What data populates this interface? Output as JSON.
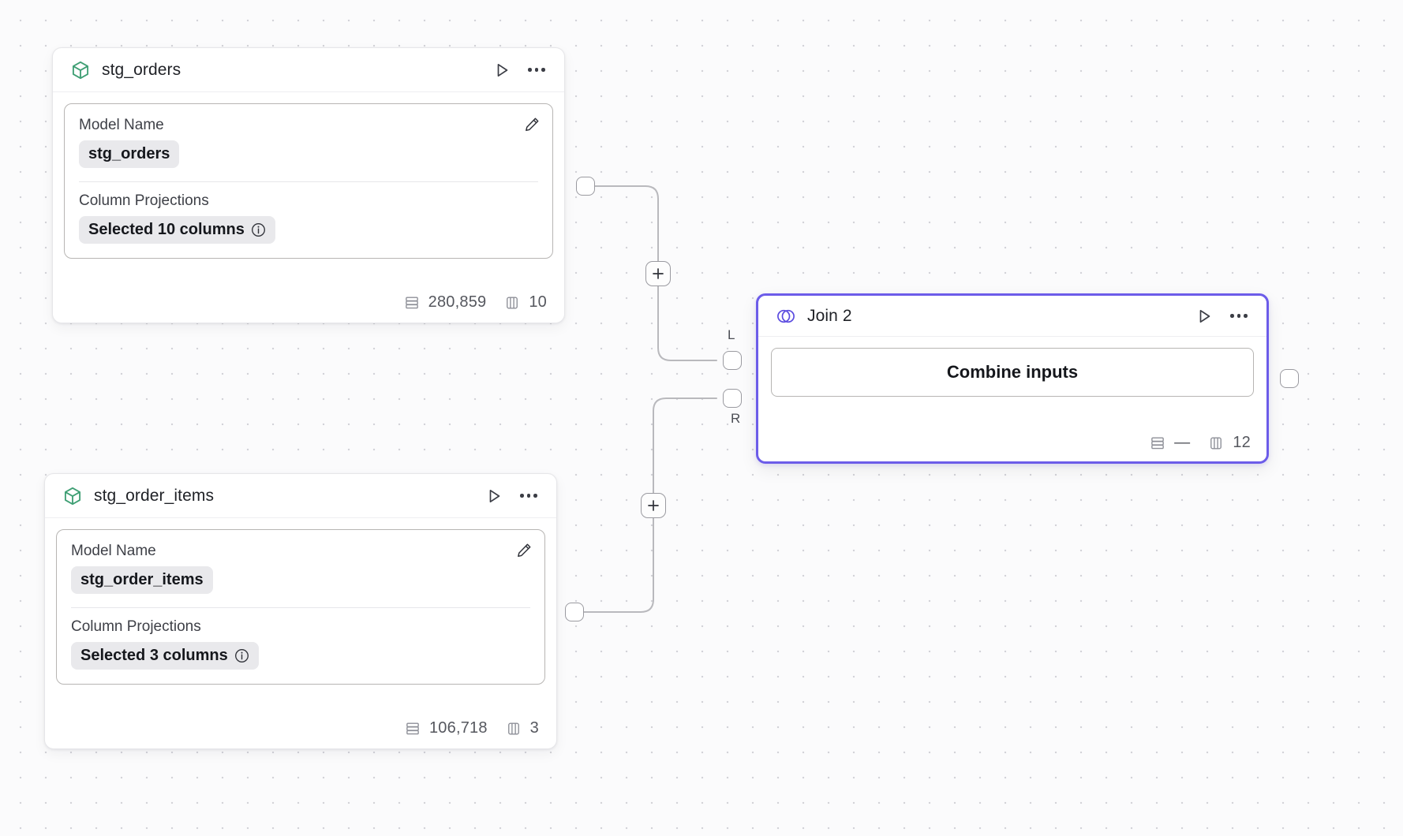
{
  "canvas": {
    "background_color": "#fbfbfc",
    "dot_color": "#d3d3d8",
    "edge_color": "#b9b9bd"
  },
  "nodes": [
    {
      "id": "stg_orders",
      "kind": "model",
      "icon": "cube-icon",
      "icon_color": "#3f9f74",
      "title": "stg_orders",
      "selected": false,
      "run_label": "Run",
      "menu_label": "More options",
      "fields": [
        {
          "label": "Model Name",
          "value": "stg_orders",
          "has_info": false
        },
        {
          "label": "Column Projections",
          "value": "Selected 10 columns",
          "has_info": true
        }
      ],
      "footer": {
        "rows_label": "280,859",
        "columns_label": "10"
      }
    },
    {
      "id": "stg_order_items",
      "kind": "model",
      "icon": "cube-icon",
      "icon_color": "#3f9f74",
      "title": "stg_order_items",
      "selected": false,
      "run_label": "Run",
      "menu_label": "More options",
      "fields": [
        {
          "label": "Model Name",
          "value": "stg_order_items",
          "has_info": false
        },
        {
          "label": "Column Projections",
          "value": "Selected 3 columns",
          "has_info": true
        }
      ],
      "footer": {
        "rows_label": "106,718",
        "columns_label": "3"
      }
    },
    {
      "id": "join_2",
      "kind": "join",
      "icon": "join-venn-icon",
      "icon_color": "#5b4ce0",
      "title": "Join 2",
      "selected": true,
      "accent_color": "#6c5ce9",
      "run_label": "Run",
      "menu_label": "More options",
      "combine_label": "Combine inputs",
      "footer": {
        "rows_label": "—",
        "columns_label": "12"
      }
    }
  ],
  "ports": {
    "stg_orders_out": {
      "title": "output"
    },
    "stg_order_items_out": {
      "title": "output"
    },
    "join_input_left": {
      "label": "L",
      "title": "left input"
    },
    "join_input_right": {
      "label": "R",
      "title": "right input"
    },
    "join_out": {
      "title": "output"
    }
  },
  "edge_buttons": [
    {
      "id": "add-node-on-edge-1",
      "label": "+"
    },
    {
      "id": "add-node-on-edge-2",
      "label": "+"
    }
  ]
}
